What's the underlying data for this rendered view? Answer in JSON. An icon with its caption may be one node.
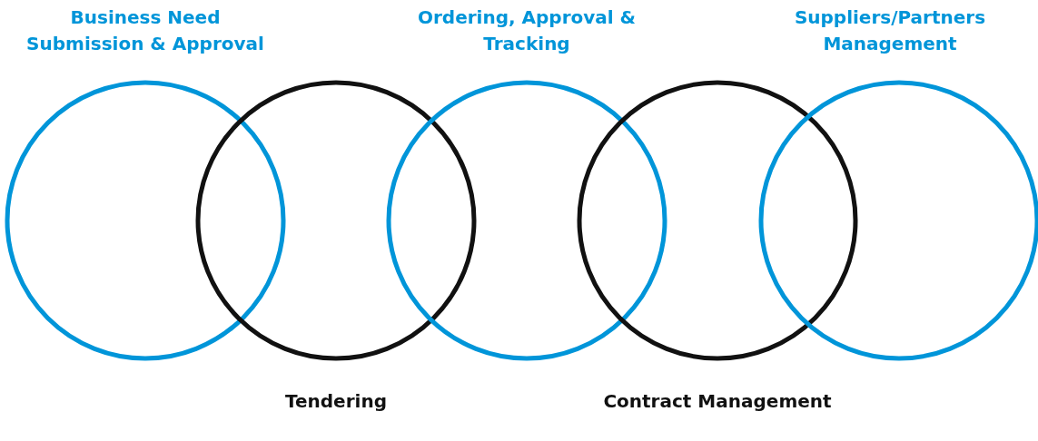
{
  "diagram": {
    "nodes": [
      {
        "text": [
          "Business Need Submission & Approval"
        ]
      },
      {
        "text": [
          "Tendering"
        ]
      },
      {
        "text": [
          "Ordering, Approval & Tracking"
        ]
      },
      {
        "text": [
          "Contract Management"
        ]
      },
      {
        "text": [
          "Suppliers/Partners Management"
        ]
      }
    ]
  }
}
